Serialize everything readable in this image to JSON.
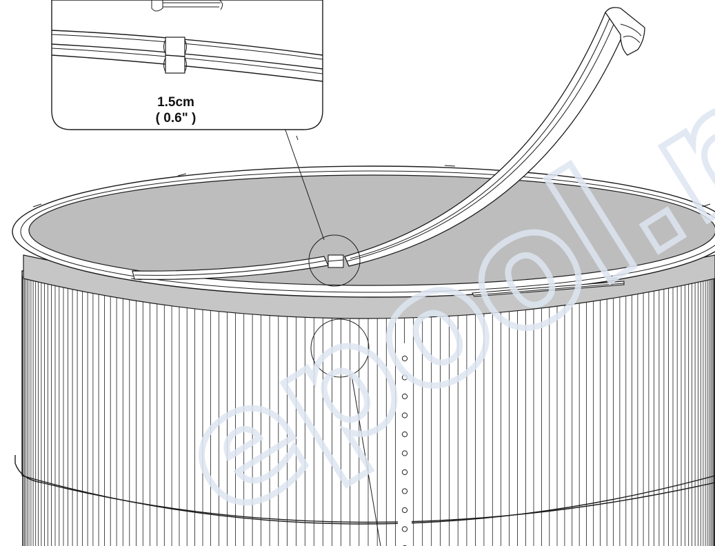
{
  "callout": {
    "measurement": "1.5cm",
    "measurement_imperial": "( 0.6\" )"
  },
  "watermark": {
    "text": "epool.ru",
    "color": "#dde6f1"
  },
  "colors": {
    "pool_floor": "#bdbdbd",
    "pool_band": "#c6c6c6",
    "pool_wall": "#ffffff",
    "line": "#1a1a1a"
  },
  "icons": {
    "rail": "curved-top-rail-icon",
    "connector": "rail-connector-icon"
  }
}
